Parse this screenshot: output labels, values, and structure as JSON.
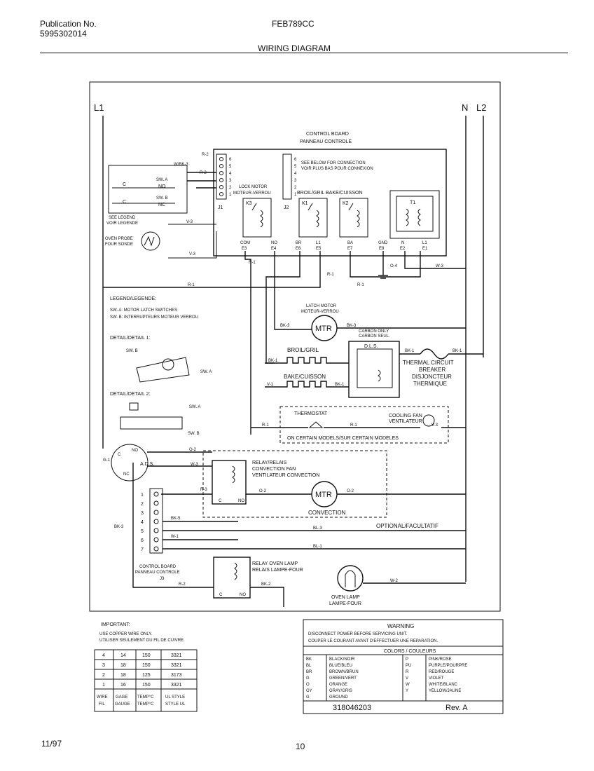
{
  "header": {
    "publication_label": "Publication No.",
    "publication_number": "5995302014",
    "model": "FEB789CC",
    "title": "WIRING DIAGRAM"
  },
  "footer": {
    "date": "11/97",
    "page": "10"
  },
  "diagram": {
    "lines": {
      "l1": "L1",
      "n": "N",
      "l2": "L2"
    },
    "control_board": {
      "en": "CONTROL BOARD",
      "fr": "PANNEAU CONTROLE"
    },
    "relay_note": {
      "line1": "SEE BELOW FOR CONNECTION",
      "line2": "VOIR PLUS BAS POUR CONNEXION"
    },
    "lock_motor": {
      "en": "LOCK MOTOR",
      "fr": "MOTEUR-VERROU"
    },
    "broil_bake": "BROIL/GRIL BAKE/CUISSON",
    "relay_names": {
      "k3": "K3",
      "k1": "K1",
      "k2": "K2",
      "t1": "T1"
    },
    "terminals": {
      "com": "COM",
      "e3": "E3",
      "no": "NO",
      "e4": "E4",
      "br": "BR",
      "e6": "E6",
      "l1": "L1",
      "e5": "E5",
      "ba": "BA",
      "e7": "E7",
      "gnd": "GND",
      "e8": "E8",
      "n": "N",
      "e2": "E2",
      "l1b": "L1",
      "e1": "E1"
    },
    "connector_j1": "J1",
    "connector_j2": "J2",
    "j1_pins": [
      "6",
      "5",
      "4",
      "3",
      "2",
      "1"
    ],
    "j2_pins": [
      "6",
      "5",
      "4",
      "3",
      "2",
      "1"
    ],
    "switches": {
      "sw_a": "SW. A",
      "sw_b": "SW. B",
      "c": "C",
      "nc": "NC",
      "no": "NO"
    },
    "see_legend": {
      "line1": "SEE LEGEND",
      "line2": "VOIR LEGENDE"
    },
    "oven_probe": {
      "en": "OVEN PROBE",
      "fr": "FOUR SONDE"
    },
    "wire_labels": {
      "wbk3": "W/BK-3",
      "r2a": "R-2",
      "r2b": "R-2",
      "v3a": "V-3",
      "v3b": "V-3",
      "r1a": "R-1",
      "r1b": "R-1",
      "r1c": "R-1",
      "r1d": "R-1",
      "r1e": "R-1",
      "r1f": "R-1",
      "o4": "O-4",
      "w3": "W-3",
      "bk3a": "BK-3",
      "bk3b": "BK-3",
      "bk1a": "BK-1",
      "bk1b": "BK-1",
      "bk1c": "BK-1",
      "bk1d": "BK-1",
      "v1": "V-1",
      "o2a": "O-2",
      "o2b": "O-2",
      "w3b": "W-3",
      "r3": "R-3",
      "bk5": "BK-5",
      "w1": "W-1",
      "bl3": "BL-3",
      "bl1": "BL-1",
      "r2c": "R-2",
      "bk2": "BK-2",
      "w2": "W-2",
      "g1": "G-1",
      "bk3c": "BK-3",
      "v3c": "V-3"
    },
    "latch_motor": {
      "en": "LATCH MOTOR",
      "fr": "MOTEUR-VERROU"
    },
    "mtr": "MTR",
    "carbon": {
      "line1": "CARBON ONLY",
      "line2": "CARBON SEUL."
    },
    "broil_element": "BROIL/GRIL",
    "bake_element": "BAKE/CUISSON",
    "dls": "D.L.S.",
    "thermal_breaker": {
      "line1": "THERMAL CIRCUIT",
      "line2": "BREAKER",
      "line3": "DISJONCTEUR",
      "line4": "THERMIQUE"
    },
    "legend": {
      "title": "LEGEND/LEGENDE:",
      "sw_a": "SW. A: MOTOR LATCH SWITCHES",
      "sw_b": "SW. B: INTERRUPTEURS MOTEUR VERROU",
      "detail1": "DETAIL/DETAIL 1:",
      "detail2": "DETAIL/DETAIL 2:",
      "sw_a_short": "SW. A",
      "sw_b_short": "SW. B"
    },
    "thermostat": "THERMOSTAT",
    "cooling_fan": {
      "en": "COOLING FAN",
      "fr": "VENTILATEUR"
    },
    "certain_models": "ON CERTAIN MODELS/SUR CERTAIN MODELES",
    "ads": "A.D.S.",
    "relay_convection": {
      "line1": "RELAY/RELAIS",
      "line2": "CONVECTION FAN",
      "line3": "VENTILATEUR CONVECTION"
    },
    "convection": "CONVECTION",
    "optional": "OPTIONAL/FACULTATIF",
    "board_pins": [
      "1",
      "2",
      "3",
      "4",
      "5",
      "6",
      "7"
    ],
    "control_board2": {
      "en": "CONTROL BOARD",
      "fr": "PANNEAU CONTROLE",
      "id": "J3"
    },
    "relay_oven_lamp": {
      "en": "RELAY OVEN LAMP",
      "fr": "RELAIS LAMPE-FOUR"
    },
    "oven_lamp": {
      "en": "OVEN LAMP",
      "fr": "LAMPE-FOUR"
    }
  },
  "important": {
    "title": "IMPORTANT:",
    "line1": "USE COPPER WIRE ONLY.",
    "line2": "UTILISER SEULEMENT DU FIL DE CUIVRE.",
    "rows": [
      [
        "4",
        "14",
        "150",
        "3321"
      ],
      [
        "3",
        "18",
        "150",
        "3321"
      ],
      [
        "2",
        "18",
        "125",
        "3173"
      ],
      [
        "1",
        "16",
        "150",
        "3321"
      ]
    ],
    "headers": [
      {
        "en": "WIRE",
        "fr": "FIL"
      },
      {
        "en": "GAGE",
        "fr": "GAUGE"
      },
      {
        "en": "TEMP°C",
        "fr": "TEMP°C"
      },
      {
        "en": "UL STYLE",
        "fr": "STYLE UL"
      }
    ]
  },
  "warning": {
    "title": "WARNING",
    "line1": "DISCONNECT POWER BEFORE SERVICING UNIT.",
    "line2": "COUPER LE COURANT AVANT D'EFFECTUER UNE REPARATION.",
    "colors_title": "COLORS / COULEURS",
    "colors": [
      [
        "BK",
        "BLACK/NOIR",
        "P",
        "PINK/ROSE"
      ],
      [
        "BL",
        "BLUE/BLEU",
        "PU",
        "PURPLE/POURPRE"
      ],
      [
        "BR",
        "BROWN/BRUN",
        "R",
        "RED/ROUGE"
      ],
      [
        "G",
        "GREEN/VERT",
        "V",
        "VIOLET"
      ],
      [
        "O",
        "ORANGE",
        "W",
        "WHITE/BLANC"
      ],
      [
        "GY",
        "GRAY/GRIS",
        "Y",
        "YELLOW/JAUNE"
      ],
      [
        "G",
        "GROUND",
        "",
        ""
      ]
    ],
    "part_number": "318046203",
    "revision": "Rev. A"
  }
}
